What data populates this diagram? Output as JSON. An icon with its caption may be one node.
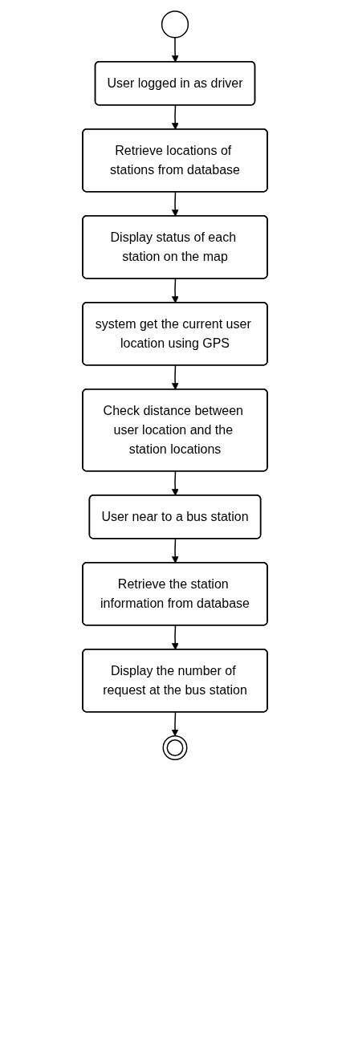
{
  "diagram": {
    "nodes": [
      {
        "text": [],
        "shape": "circle"
      },
      {
        "text": [
          "User logged in as driver"
        ]
      },
      {
        "text": [
          "Retrieve locations of stations from database"
        ]
      },
      {
        "text": [
          "Display status of each station on the map"
        ]
      },
      {
        "text": [
          "system get the current user location using GPS"
        ]
      },
      {
        "text": [
          "Check distance between user location and the station locations"
        ]
      },
      {
        "text": [
          "User near to a bus station"
        ]
      },
      {
        "text": [
          "Retrieve the station information from database"
        ]
      },
      {
        "text": [
          "Display the number of request at the bus station"
        ]
      },
      {
        "text": [],
        "shape": "circle"
      }
    ],
    "edges": [
      {
        "from": 0,
        "to": 1,
        "arrow": "to"
      },
      {
        "from": 1,
        "to": 2,
        "arrow": "to"
      },
      {
        "from": 2,
        "to": 3,
        "arrow": "to"
      },
      {
        "from": 3,
        "to": 4,
        "arrow": "to"
      },
      {
        "from": 4,
        "to": 5,
        "arrow": "to"
      },
      {
        "from": 5,
        "to": 6,
        "arrow": "to"
      },
      {
        "from": 6,
        "to": 7,
        "arrow": "to"
      },
      {
        "from": 7,
        "to": 8,
        "arrow": "to"
      },
      {
        "from": 8,
        "to": 9,
        "arrow": "to"
      }
    ]
  }
}
